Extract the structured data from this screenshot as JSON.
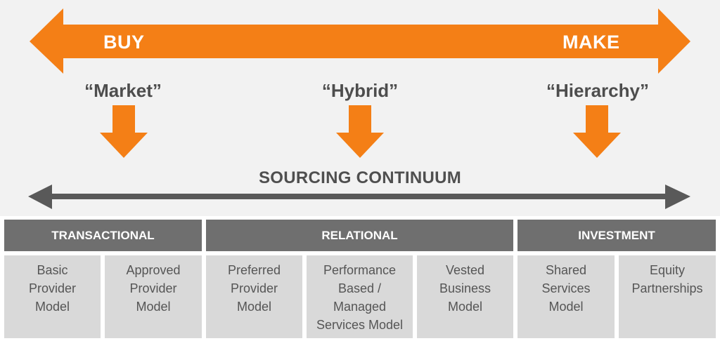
{
  "spectrum": {
    "left_label": "BUY",
    "right_label": "MAKE",
    "arrow_color": "#f47f16"
  },
  "governance_models": [
    "“Market”",
    "“Hybrid”",
    "“Hierarchy”"
  ],
  "continuum": {
    "label": "SOURCING CONTINUUM",
    "arrow_color": "#595959"
  },
  "categories": [
    {
      "label": "TRANSACTIONAL"
    },
    {
      "label": "RELATIONAL"
    },
    {
      "label": "INVESTMENT"
    }
  ],
  "models": [
    {
      "lines": [
        "Basic",
        "Provider",
        "Model"
      ]
    },
    {
      "lines": [
        "Approved",
        "Provider",
        "Model"
      ]
    },
    {
      "lines": [
        "Preferred",
        "Provider",
        "Model"
      ]
    },
    {
      "lines": [
        "Performance",
        "Based /",
        "Managed",
        "Services Model"
      ]
    },
    {
      "lines": [
        "Vested",
        "Business",
        "Model"
      ]
    },
    {
      "lines": [
        "Shared",
        "Services",
        "Model"
      ]
    },
    {
      "lines": [
        "Equity",
        "Partnerships"
      ]
    }
  ],
  "colors": {
    "header_bg": "#6f6f6f",
    "cell_bg": "#d9d9d9",
    "upper_bg": "#f2f2f2"
  }
}
